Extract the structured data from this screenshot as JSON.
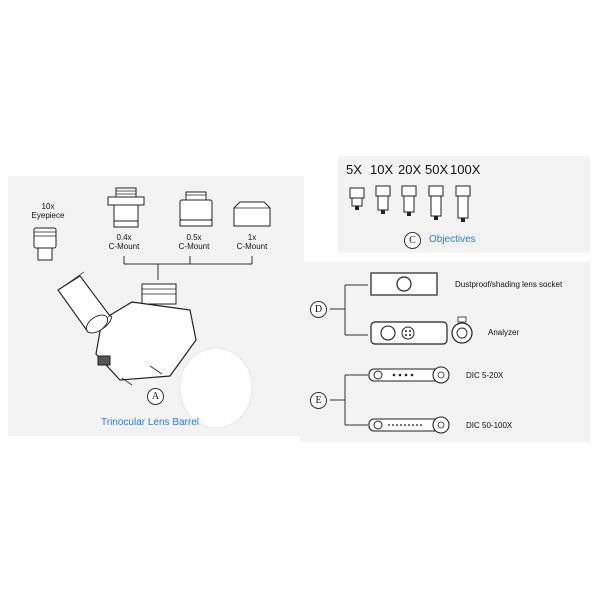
{
  "trinocular": {
    "eyepiece_label_line1": "10x",
    "eyepiece_label_line2": "Eyepiece",
    "mount_1_line1": "0.4x",
    "mount_1_line2": "C-Mount",
    "mount_2_line1": "0.5x",
    "mount_2_line2": "C-Mount",
    "mount_3_line1": "1x",
    "mount_3_line2": "C-Mount",
    "marker": "A",
    "caption": "Trinocular Lens Barrel"
  },
  "objectives": {
    "magnifications": [
      "5X",
      "10X",
      "20X",
      "50X",
      "100X"
    ],
    "marker": "C",
    "caption": "Objectives"
  },
  "sliders_d": {
    "marker": "D",
    "item_1": "Dustproof/shading lens socket",
    "item_2": "Analyzer"
  },
  "sliders_e": {
    "marker": "E",
    "item_1": "DIC 5-20X",
    "item_2": "DIC 50-100X"
  },
  "colors": {
    "accent_blue": "#2c7bd6",
    "panel_gray": "#f3f3f3"
  }
}
